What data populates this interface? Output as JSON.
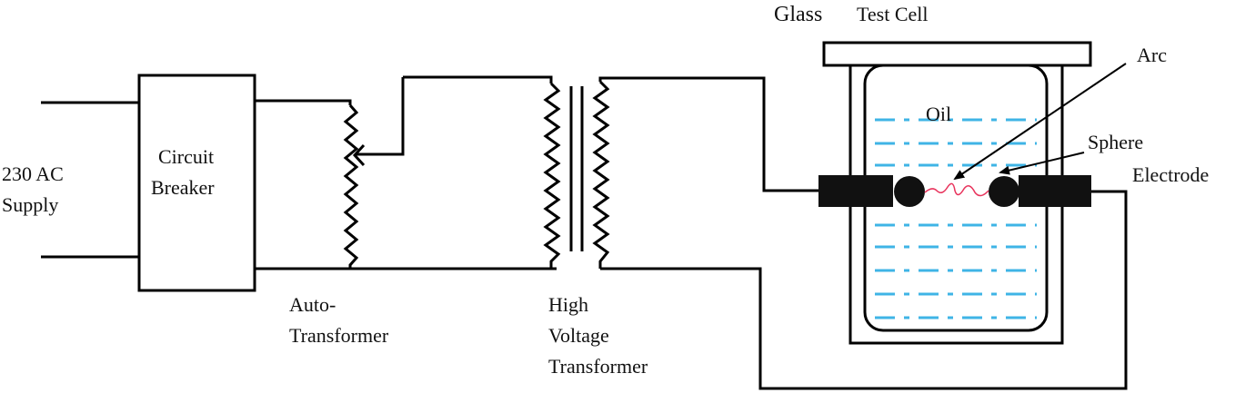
{
  "labels": {
    "supply_line1": "230 AC",
    "supply_line2": "Supply",
    "breaker_line1": "Circuit",
    "breaker_line2": "Breaker",
    "auto_line1": "Auto-",
    "auto_line2": "Transformer",
    "hv_line1": "High",
    "hv_line2": "Voltage",
    "hv_line3": "Transformer",
    "glass": "Glass",
    "test_cell": "Test Cell",
    "arc": "Arc",
    "oil": "Oil",
    "sphere": "Sphere",
    "electrode": "Electrode"
  },
  "colors": {
    "wire": "#000000",
    "oil": "#3fb4e6",
    "arc": "#e8335c"
  }
}
